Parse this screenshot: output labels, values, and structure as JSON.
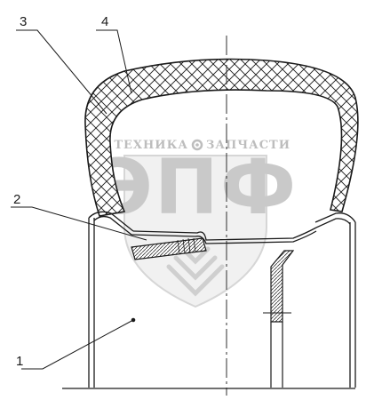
{
  "callouts": [
    {
      "id": "callout-1",
      "label": "1"
    },
    {
      "id": "callout-2",
      "label": "2"
    },
    {
      "id": "callout-3",
      "label": "3"
    },
    {
      "id": "callout-4",
      "label": "4"
    }
  ],
  "watermark": {
    "brand": "ЭПФ",
    "caption_left": "ТЕХНИКА",
    "caption_right": "ЗАПЧАСТИ",
    "icon": "gear-icon",
    "color": "#c9c9c9"
  },
  "line_color": "#1a1a1a"
}
